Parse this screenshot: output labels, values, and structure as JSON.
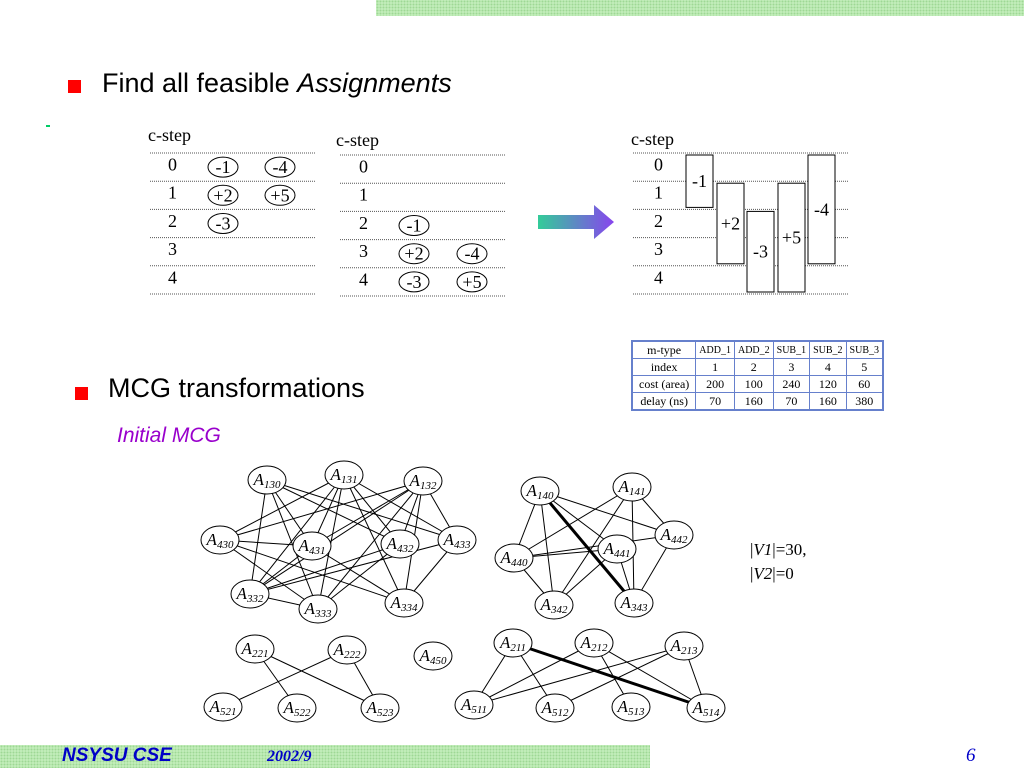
{
  "footer": {
    "org": "NSYSU CSE",
    "date": "2002/9",
    "page": "6"
  },
  "section1": {
    "prefix": "Find all feasible",
    "emphasis": "Assignments"
  },
  "section2": {
    "title": "MCG transformations",
    "subtitle": "Initial MCG"
  },
  "cstep_label": "c-step",
  "cstep_rows": [
    "0",
    "1",
    "2",
    "3",
    "4"
  ],
  "schedule_left": [
    {
      "op": "-1",
      "step": 0
    },
    {
      "op": "-4",
      "step": 0
    },
    {
      "op": "+2",
      "step": 1
    },
    {
      "op": "+5",
      "step": 1
    },
    {
      "op": "-3",
      "step": 2
    }
  ],
  "schedule_mid": [
    {
      "op": "-1",
      "step": 2
    },
    {
      "op": "+2",
      "step": 3
    },
    {
      "op": "-4",
      "step": 3
    },
    {
      "op": "-3",
      "step": 4
    },
    {
      "op": "+5",
      "step": 4
    }
  ],
  "schedule_right": [
    {
      "op": "-1",
      "start": 0,
      "end": 2
    },
    {
      "op": "+2",
      "start": 1,
      "end": 4
    },
    {
      "op": "-3",
      "start": 2,
      "end": 5
    },
    {
      "op": "+5",
      "start": 1,
      "end": 5
    },
    {
      "op": "-4",
      "start": 0,
      "end": 4
    }
  ],
  "arrow_colors": {
    "start": "#33cc99",
    "end": "#8844ee"
  },
  "module_table": {
    "headers": [
      "m-type",
      "ADD_1",
      "ADD_2",
      "SUB_1",
      "SUB_2",
      "SUB_3"
    ],
    "rows": [
      [
        "index",
        "1",
        "2",
        "3",
        "4",
        "5"
      ],
      [
        "cost (area)",
        "200",
        "100",
        "240",
        "120",
        "60"
      ],
      [
        "delay (ns)",
        "70",
        "160",
        "70",
        "160",
        "380"
      ]
    ]
  },
  "vset": {
    "v1_name": "V1",
    "v1_val": "=30,",
    "v2_name": "V2",
    "v2_val": "=0"
  },
  "mcg": {
    "nodes": [
      {
        "id": "n130",
        "base": "A",
        "sub": "130"
      },
      {
        "id": "n131",
        "base": "A",
        "sub": "131"
      },
      {
        "id": "n132",
        "base": "A",
        "sub": "132"
      },
      {
        "id": "n430",
        "base": "A",
        "sub": "430"
      },
      {
        "id": "n431",
        "base": "A",
        "sub": "431"
      },
      {
        "id": "n432",
        "base": "A",
        "sub": "432"
      },
      {
        "id": "n433",
        "base": "A",
        "sub": "433"
      },
      {
        "id": "n332",
        "base": "A",
        "sub": "332"
      },
      {
        "id": "n333",
        "base": "A",
        "sub": "333"
      },
      {
        "id": "n334",
        "base": "A",
        "sub": "334"
      },
      {
        "id": "n140",
        "base": "A",
        "sub": "140"
      },
      {
        "id": "n141",
        "base": "A",
        "sub": "141"
      },
      {
        "id": "n442",
        "base": "A",
        "sub": "442"
      },
      {
        "id": "n440",
        "base": "A",
        "sub": "440"
      },
      {
        "id": "n441",
        "base": "A",
        "sub": "441"
      },
      {
        "id": "n342",
        "base": "A",
        "sub": "342"
      },
      {
        "id": "n343",
        "base": "A",
        "sub": "343"
      },
      {
        "id": "n221",
        "base": "A",
        "sub": "221"
      },
      {
        "id": "n222",
        "base": "A",
        "sub": "222"
      },
      {
        "id": "n450",
        "base": "A",
        "sub": "450"
      },
      {
        "id": "n521",
        "base": "A",
        "sub": "521"
      },
      {
        "id": "n522",
        "base": "A",
        "sub": "522"
      },
      {
        "id": "n523",
        "base": "A",
        "sub": "523"
      },
      {
        "id": "n211",
        "base": "A",
        "sub": "211"
      },
      {
        "id": "n212",
        "base": "A",
        "sub": "212"
      },
      {
        "id": "n213",
        "base": "A",
        "sub": "213"
      },
      {
        "id": "n511",
        "base": "A",
        "sub": "511"
      },
      {
        "id": "n512",
        "base": "A",
        "sub": "512"
      },
      {
        "id": "n513",
        "base": "A",
        "sub": "513"
      },
      {
        "id": "n514",
        "base": "A",
        "sub": "514"
      }
    ],
    "edges": [
      [
        "n130",
        "n431"
      ],
      [
        "n130",
        "n432"
      ],
      [
        "n130",
        "n332"
      ],
      [
        "n130",
        "n333"
      ],
      [
        "n130",
        "n433"
      ],
      [
        "n131",
        "n430"
      ],
      [
        "n131",
        "n431"
      ],
      [
        "n131",
        "n432"
      ],
      [
        "n131",
        "n433"
      ],
      [
        "n131",
        "n332"
      ],
      [
        "n131",
        "n333"
      ],
      [
        "n131",
        "n334"
      ],
      [
        "n132",
        "n430"
      ],
      [
        "n132",
        "n431"
      ],
      [
        "n132",
        "n432"
      ],
      [
        "n132",
        "n433"
      ],
      [
        "n132",
        "n332"
      ],
      [
        "n132",
        "n333"
      ],
      [
        "n132",
        "n334"
      ],
      [
        "n430",
        "n431"
      ],
      [
        "n430",
        "n333"
      ],
      [
        "n430",
        "n334"
      ],
      [
        "n431",
        "n332"
      ],
      [
        "n431",
        "n334"
      ],
      [
        "n432",
        "n332"
      ],
      [
        "n432",
        "n333"
      ],
      [
        "n433",
        "n332"
      ],
      [
        "n433",
        "n334"
      ],
      [
        "n332",
        "n333"
      ],
      [
        "n140",
        "n440"
      ],
      [
        "n140",
        "n441"
      ],
      [
        "n140",
        "n343"
      ],
      [
        "n140",
        "n342"
      ],
      [
        "n140",
        "n442"
      ],
      [
        "n141",
        "n440"
      ],
      [
        "n141",
        "n442"
      ],
      [
        "n141",
        "n342"
      ],
      [
        "n141",
        "n343"
      ],
      [
        "n442",
        "n440"
      ],
      [
        "n442",
        "n343"
      ],
      [
        "n440",
        "n441"
      ],
      [
        "n440",
        "n342"
      ],
      [
        "n441",
        "n342"
      ],
      [
        "n441",
        "n343"
      ],
      [
        "n221",
        "n522"
      ],
      [
        "n221",
        "n523"
      ],
      [
        "n222",
        "n521"
      ],
      [
        "n222",
        "n523"
      ],
      [
        "n211",
        "n512"
      ],
      [
        "n211",
        "n511"
      ],
      [
        "n212",
        "n511"
      ],
      [
        "n212",
        "n513"
      ],
      [
        "n212",
        "n514"
      ],
      [
        "n213",
        "n511"
      ],
      [
        "n213",
        "n512"
      ],
      [
        "n213",
        "n514"
      ]
    ],
    "bold_edges": [
      [
        "n140",
        "n343"
      ],
      [
        "n211",
        "n514"
      ]
    ]
  }
}
